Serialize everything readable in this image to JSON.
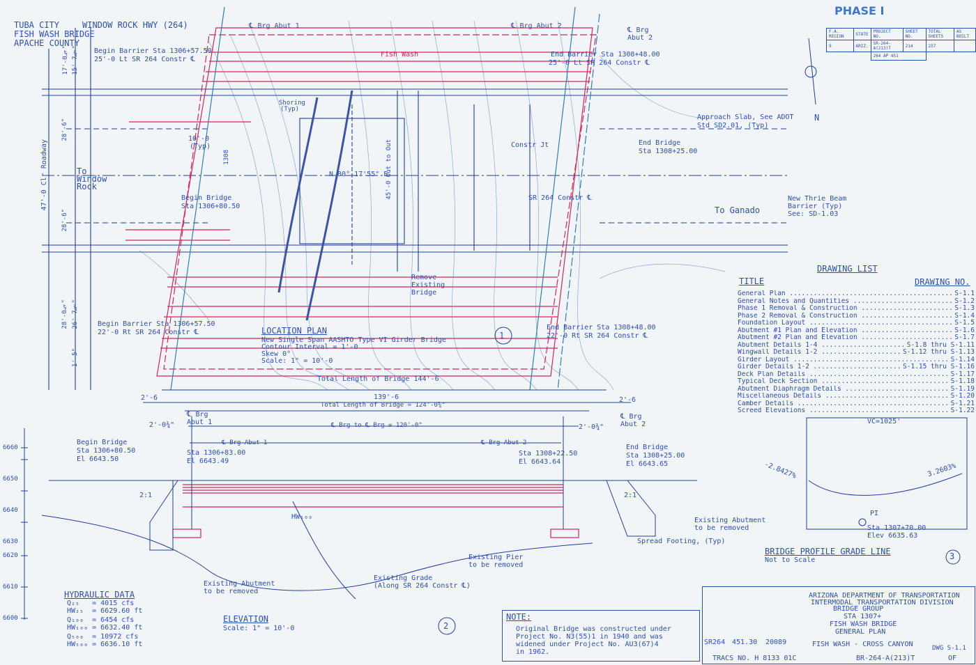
{
  "location": {
    "city": "TUBA CITY",
    "bridge": "FISH WASH BRIDGE",
    "county": "APACHE COUNTY",
    "highway": "WINDOW ROCK HWY (264)"
  },
  "header": {
    "phase": "PHASE I",
    "north": "N"
  },
  "project_table": {
    "headers": [
      "F.A. REGION",
      "STATE",
      "PROJECT NO.",
      "SHEET NO.",
      "TOTAL SHEETS",
      "AS BUILT"
    ],
    "row": [
      "9",
      "ARIZ.",
      "SR-264-A(213)T",
      "214",
      "257",
      ""
    ],
    "sub": "264 AP 451"
  },
  "plan": {
    "brg_abut1": "℄ Brg Abut 1",
    "brg_abut2": "℄ Brg Abut 2",
    "brg_abut2_corner": "℄ Brg\nAbut 2",
    "begin_barrier_lt": "Begin Barrier Sta 1306+57.50",
    "begin_barrier_lt_offset": "25'-0 Lt SR 264 Constr ℄",
    "end_barrier_lt": "End Barrier Sta 1308+48.00",
    "end_barrier_lt_offset": "25'-0 Lt SR 264 Constr ℄",
    "fish_wash": "Fish Wash",
    "shoring": "Shoring",
    "shoring_typ": "(Typ)",
    "approach_slab": "Approach Slab, See ADOT",
    "approach_slab_std": "Std SD2.01, (Typ)",
    "dim_10": "10'-0",
    "dim_10_typ": "(Typ)",
    "constr_jt": "Constr Jt",
    "end_bridge": "End Bridge",
    "end_bridge_sta": "Sta 1308+25.00",
    "to_wr_1": "To",
    "to_wr_2": "Window",
    "to_wr_3": "Rock",
    "skew_angle": "N 80° 17'55\" E",
    "sr264_constr": "SR 264 Constr ℄",
    "begin_bridge": "Begin Bridge",
    "begin_bridge_sta": "Sta 1306+80.50",
    "to_ganado": "To Ganado",
    "thrie_1": "New Thrie Beam",
    "thrie_2": "Barrier (Typ)",
    "thrie_3": "See: SD-1.03",
    "remove_1": "Remove",
    "remove_2": "Existing",
    "remove_3": "Bridge",
    "begin_barrier_rt": "Begin Barrier Sta 1306+57.50",
    "begin_barrier_rt_offset": "22'-0 Rt SR 264 Constr ℄",
    "end_barrier_rt": "End Barrier Sta 1308+48.00",
    "end_barrier_rt_offset": "22'-0 Rt SR 264 Constr ℄",
    "title": "LOCATION PLAN",
    "note_1": "New Single Span AASHTO Type VI Girder Bridge",
    "note_2": "Contour Interval = 1'-0",
    "skew": "Skew 0°",
    "scale": "Scale: 1\" = 10'-0",
    "callout": "1"
  },
  "plan_dims": {
    "d1": "17'-0¼\"",
    "d2": "15'-7½\"",
    "d3": "28'-6\"",
    "roadway": "47'-0 Clr Roadway",
    "d4": "28'-6\"",
    "d5": "28'-0¾\"",
    "d6": "26'-7½\"",
    "d7": "1'-5\"",
    "d8": "45'-0 Out to Out",
    "d9": "1308"
  },
  "elevation": {
    "total_length": "Total Length of Bridge 144'-6",
    "dim_2_6": "2'-6",
    "dim_139": "139'-6",
    "total_124": "Total Length of Bridge = 124'-0¾\"",
    "brg_abut1_short": "℄ Brg",
    "abut1": "Abut 1",
    "brg_abut2_short": "℄ Brg",
    "abut2": "Abut 2",
    "dim_2_0": "2'-0¾\"",
    "brg_to_brg": "℄ Brg to ℄ Brg = 120'-0\"",
    "begin_bridge": "Begin Bridge",
    "begin_sta": "Sta 1306+80.50",
    "begin_el": "El 6643.50",
    "brg_abut1": "℄ Brg Abut 1",
    "abut1_sta": "Sta 1306+83.00",
    "abut1_el": "El 6643.49",
    "brg_abut2": "℄ Brg Abut 2",
    "abut2_sta": "Sta 1308+22.50",
    "abut2_el": "El 6643.64",
    "end_bridge": "End Bridge",
    "end_sta": "Sta 1308+25.00",
    "end_el": "El 6643.65",
    "slope": "2:1",
    "hw": "HW₁₀₀",
    "exist_abut_r1": "Existing Abutment",
    "exist_abut_r2": "to be removed",
    "spread_footing": "Spread Footing, (Typ)",
    "exist_pier_1": "Existing Pier",
    "exist_pier_2": "to be removed",
    "exist_grade_1": "Existing Grade",
    "exist_grade_2": "(Along SR 264 Constr ℄)",
    "exist_abut_l1": "Existing Abutment",
    "exist_abut_l2": "to be removed",
    "title": "ELEVATION",
    "scale": "Scale: 1\" = 10'-0",
    "callout": "2",
    "axis": [
      "6660",
      "6650",
      "6640",
      "6630",
      "6620",
      "6610",
      "6600"
    ]
  },
  "hydraulic": {
    "title": "HYDRAULIC DATA",
    "rows": [
      "Q₂₅   = 4015 cfs",
      "HW₂₅  = 6629.60 ft",
      "Q₁₀₀  = 6454 cfs",
      "HW₁₀₀ = 6632.40 ft",
      "Q₅₀₀  = 10972 cfs",
      "HW₅₀₀ = 6636.10 ft"
    ]
  },
  "note": {
    "title": "NOTE:",
    "lines": [
      "Original Bridge was constructed under",
      "Project No. N3(55)1 in 1940 and was",
      "widened under Project No. AU3(67)4",
      "in 1962."
    ]
  },
  "drawing_list": {
    "title": "DRAWING LIST",
    "col_title": "TITLE",
    "col_no": "DRAWING NO.",
    "items": [
      {
        "title": "General Plan",
        "no": "S-1.1"
      },
      {
        "title": "General Notes and Quantities",
        "no": "S-1.2"
      },
      {
        "title": "Phase 1 Removal & Construction",
        "no": "S-1.3"
      },
      {
        "title": "Phase 2 Removal & Construction",
        "no": "S-1.4"
      },
      {
        "title": "Foundation Layout",
        "no": "S-1.5"
      },
      {
        "title": "Abutment #1 Plan and Elevation",
        "no": "S-1.6"
      },
      {
        "title": "Abutment #2 Plan and Elevation",
        "no": "S-1.7"
      },
      {
        "title": "Abutment Details 1-4",
        "no": "S-1.8 thru S-1.11"
      },
      {
        "title": "Wingwall Details 1-2",
        "no": "S-1.12 thru S-1.13"
      },
      {
        "title": "Girder Layout",
        "no": "S-1.14"
      },
      {
        "title": "Girder Details 1-2",
        "no": "S-1.15 thru S-1.16"
      },
      {
        "title": "Deck Plan Details",
        "no": "S-1.17"
      },
      {
        "title": "Typical Deck Section",
        "no": "S-1.18"
      },
      {
        "title": "Abutment Diaphragm Details",
        "no": "S-1.19"
      },
      {
        "title": "Miscellaneous Details",
        "no": "S-1.20"
      },
      {
        "title": "Camber Details",
        "no": "S-1.21"
      },
      {
        "title": "Screed Elevations",
        "no": "S-1.22"
      }
    ]
  },
  "profile": {
    "vc": "VC=1025'",
    "grade_left": "-2.8427%",
    "grade_right": "3.2603%",
    "pi": "PI",
    "pi_sta": "Sta 1307+70.00",
    "pi_elev": "Elev 6635.63",
    "title": "BRIDGE PROFILE GRADE LINE",
    "scale": "Not to Scale",
    "callout": "3"
  },
  "title_block": {
    "agency": [
      "ARIZONA DEPARTMENT OF TRANSPORTATION",
      "INTERMODAL TRANSPORTATION DIVISION",
      "BRIDGE GROUP"
    ],
    "title": [
      "STA 1307+",
      "FISH WASH BRIDGE",
      "GENERAL PLAN"
    ],
    "route": "SR264",
    "milepost": "451.30",
    "structure": "20089",
    "location": "FISH WASH - CROSS CANYON",
    "tracs": "TRACS NO. H 8133 01C",
    "project": "BR-264-A(213)T",
    "dwg_no": "DWG S-1.1",
    "of": "OF"
  }
}
